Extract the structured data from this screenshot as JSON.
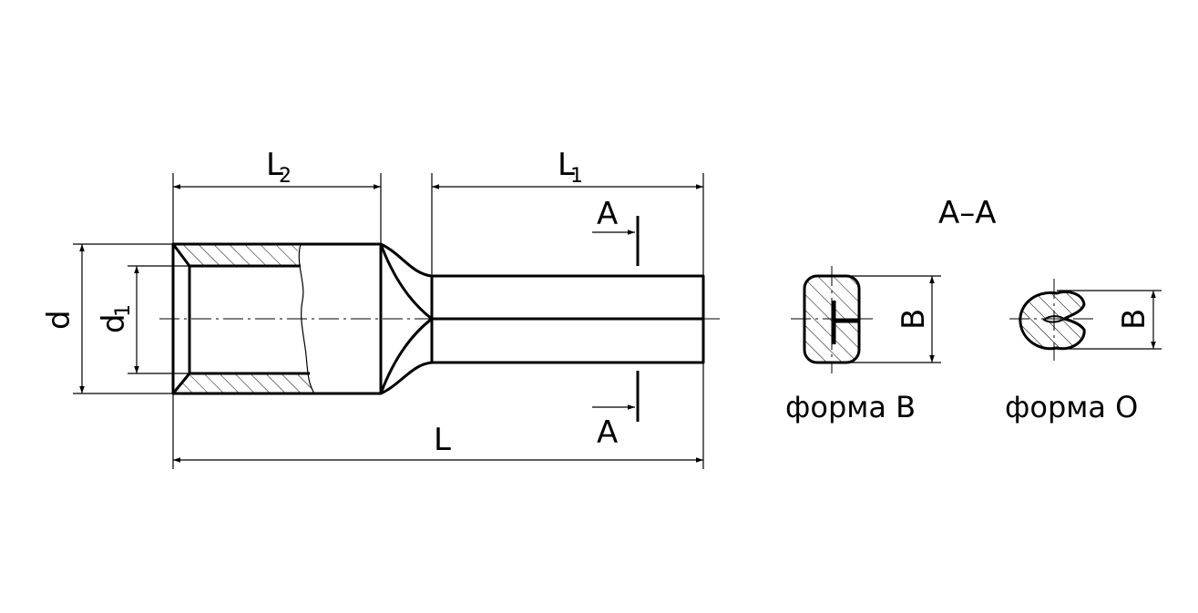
{
  "labels": {
    "L": "L",
    "L1_main": "L",
    "L1_sub": "1",
    "L2_main": "L",
    "L2_sub": "2",
    "d": "d",
    "d1_main": "d",
    "d1_sub": "1",
    "section_top": "A",
    "section_bottom": "A",
    "section_title": "A–A",
    "b_form_b": "B",
    "b_form_o": "B"
  },
  "captions": {
    "form_b": "форма В",
    "form_o": "форма O"
  }
}
